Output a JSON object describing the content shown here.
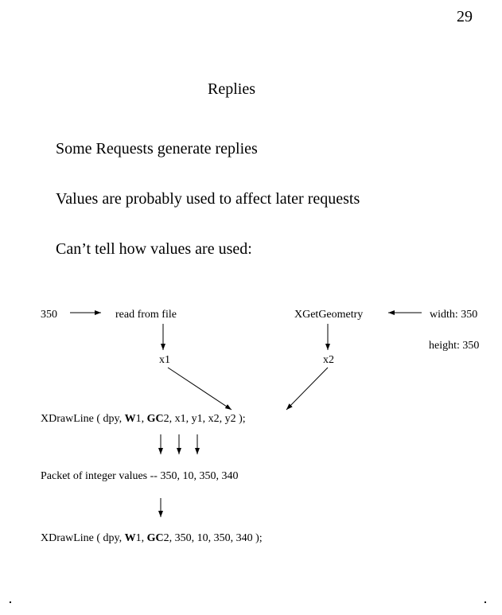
{
  "page": {
    "number": "29",
    "title": "Replies",
    "bullets": [
      "Some Requests generate replies",
      "Values are probably used to affect later requests",
      "Can’t tell how values are used:"
    ]
  },
  "diagram": {
    "input_value": "350",
    "read_from_file": "read from file",
    "xgetgeometry": "XGetGeometry",
    "width_label": "width: 350",
    "height_label": "height: 350",
    "var_x1": "x1",
    "var_x2": "x2",
    "call1": {
      "prefix": "XDrawLine ( dpy, ",
      "w_bold": "W",
      "w_num": "1",
      "sep": ", ",
      "gc_bold": "GC",
      "gc_num": "2",
      "rest": ", x1, y1, x2, y2 );"
    },
    "packet": "Packet of integer values -- 350, 10, 350, 340",
    "call2": {
      "prefix": "XDrawLine ( dpy, ",
      "w_bold": "W",
      "w_num": "1",
      "sep": ", ",
      "gc_bold": "GC",
      "gc_num": "2",
      "rest": ", 350, 10, 350, 340 );"
    }
  }
}
